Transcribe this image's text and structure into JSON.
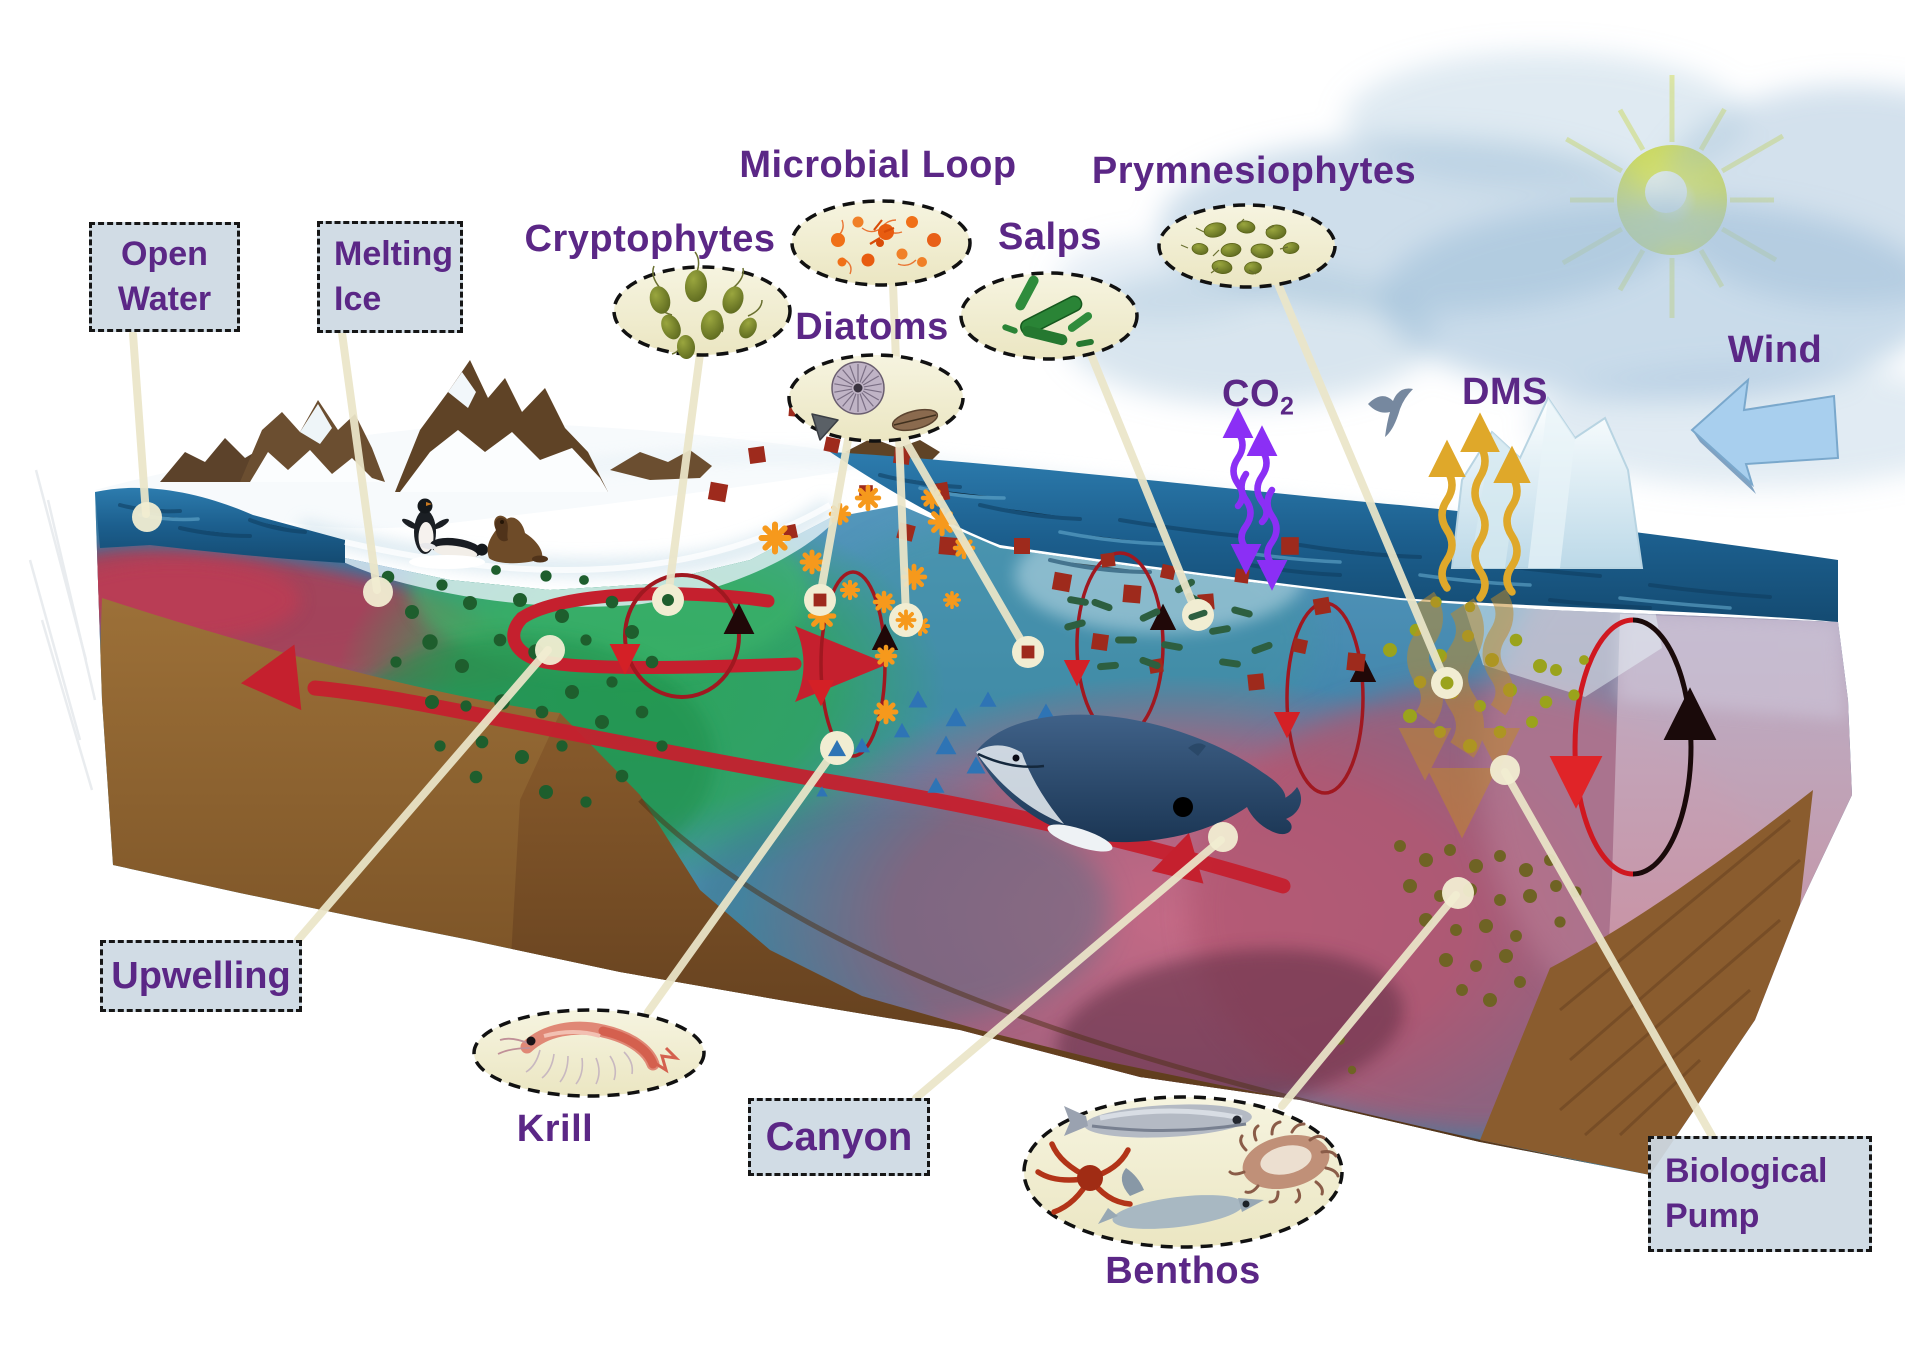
{
  "scene": {
    "boxes": {
      "open_water": "Open Water",
      "melting_ice": "Melting Ice",
      "upwelling": "Upwelling",
      "canyon": "Canyon",
      "biological_pump": "Biological Pump"
    },
    "labels": {
      "microbial_loop": "Microbial Loop",
      "cryptophytes": "Cryptophytes",
      "diatoms": "Diatoms",
      "salps": "Salps",
      "prymnesiophytes": "Prymnesiophytes",
      "co2_base": "CO",
      "co2_subscript": "2",
      "dms": "DMS",
      "wind": "Wind",
      "krill": "Krill",
      "benthos": "Benthos"
    },
    "colors": {
      "label_purple": "#5b2786",
      "box_fill": "#cdd9e3",
      "ellipse_fill": "#f2efd5",
      "callout_line": "#ebe6c9",
      "co2_arrows": "#8b2ff5",
      "dms_arrows": "#dfa82a",
      "wind_arrow": "#a8cfee",
      "current_red": "#c5202e",
      "bloom_green": "#2da55c",
      "deep_water_pink": "#b25a78",
      "seafloor_brown": "#7a4f24",
      "sun_yellow": "#e6ea3c"
    }
  }
}
